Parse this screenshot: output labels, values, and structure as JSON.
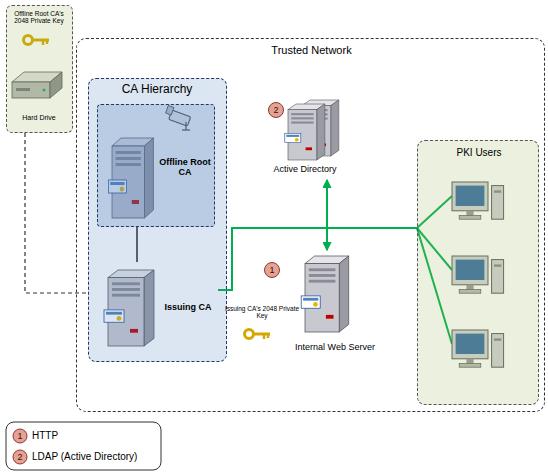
{
  "diagram": {
    "nodes": [
      {
        "text": [
          "Offline Root CA's 2048 Private Key",
          "Hard Drive"
        ]
      },
      {
        "text": [
          "Trusted Network"
        ]
      },
      {
        "text": [
          "CA Hierarchy"
        ],
        "in": 1
      },
      {
        "text": [
          "Offline Root CA"
        ],
        "in": 2
      },
      {
        "text": [
          "Issuing CA"
        ],
        "in": 2
      },
      {
        "text": [
          "Active Directory"
        ],
        "in": 1
      },
      {
        "text": [
          "Internal Web Server"
        ],
        "in": 1
      },
      {
        "text": [
          "PKI Users"
        ],
        "in": 1
      }
    ],
    "edges": [
      {
        "from": 0,
        "to": 2,
        "arrow": "none"
      },
      {
        "from": 3,
        "to": 4,
        "arrow": "none"
      },
      {
        "from": 4,
        "to": 5,
        "arrow": "to"
      },
      {
        "from": 4,
        "to": 6,
        "arrow": "to"
      },
      {
        "from": 7,
        "to": 5,
        "arrow": "to"
      },
      {
        "from": 7,
        "to": 6,
        "arrow": "to"
      }
    ],
    "labels": [
      "Issuing CA's 2048 Private Key",
      "2",
      "1",
      "1",
      "2"
    ],
    "legend": [
      {
        "text": "HTTP"
      },
      {
        "text": "LDAP (Active Directory)"
      }
    ]
  }
}
